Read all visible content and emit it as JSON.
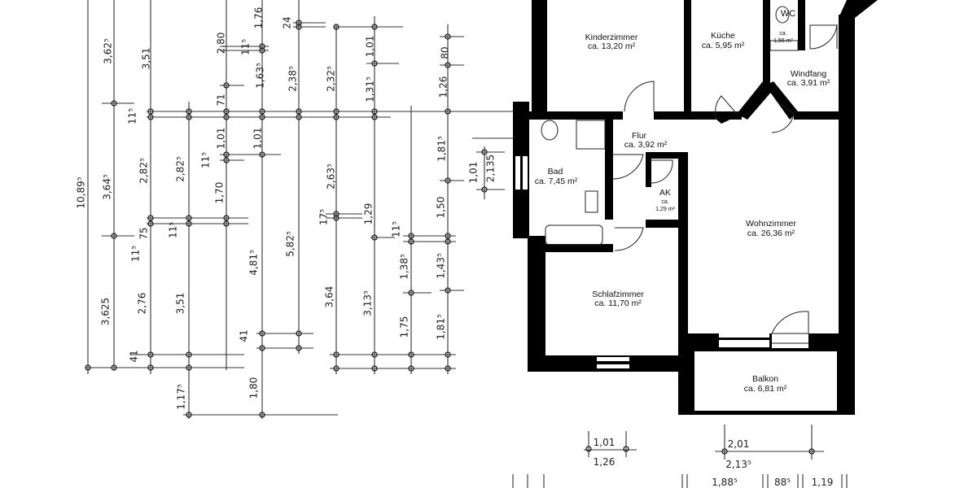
{
  "rooms": [
    {
      "name": "Kinderzimmer",
      "area": "ca. 13,20 m²"
    },
    {
      "name": "Küche",
      "area": "ca. 5,95 m²"
    },
    {
      "name": "WC",
      "area_line1": "ca.",
      "area_line2": "1,56 m²"
    },
    {
      "name": "Windfang",
      "area": "ca. 3,91 m²"
    },
    {
      "name": "Flur",
      "area": "ca. 3,92 m²"
    },
    {
      "name": "Bad",
      "area": "ca. 7,45 m²"
    },
    {
      "name": "AK",
      "area_line1": "ca.",
      "area_line2": "1,29 m²"
    },
    {
      "name": "Wohnzimmer",
      "area": "ca. 26,36 m²"
    },
    {
      "name": "Schlafzimmer",
      "area": "ca. 11,70 m²"
    },
    {
      "name": "Balkon",
      "area": "ca. 6,81 m²"
    }
  ],
  "vertical_dimensions": [
    "10,89⁵",
    "3,62⁵",
    "3,64⁵",
    "3,625",
    "3,51",
    "11⁵",
    "2,82⁵",
    "75",
    "11⁵",
    "2,76",
    "41",
    "2,82⁵",
    "11⁵",
    "3,51",
    "1,17⁵",
    "2,80",
    "71",
    "1,01",
    "11⁵",
    "1,70",
    "11⁵",
    "1,76",
    "1,63⁵",
    "1,01",
    "24",
    "2,38⁵",
    "4,81⁵",
    "5,82⁵",
    "41",
    "1,80",
    "2,32⁵",
    "2,63⁵",
    "17⁵",
    "3,64",
    "1,01",
    "1,31⁵",
    "1,29",
    "3,13⁵",
    "11⁵",
    "1,38⁵",
    "1,75",
    "80",
    "1,26",
    "1,81⁵",
    "1,50",
    "1,43⁵",
    "1,81⁵",
    "1,01",
    "2,135"
  ],
  "bottom_dimensions": [
    "1,01",
    "1,26",
    "2,01",
    "2,13⁵",
    "1,88⁵",
    "88⁵",
    "1,19"
  ]
}
